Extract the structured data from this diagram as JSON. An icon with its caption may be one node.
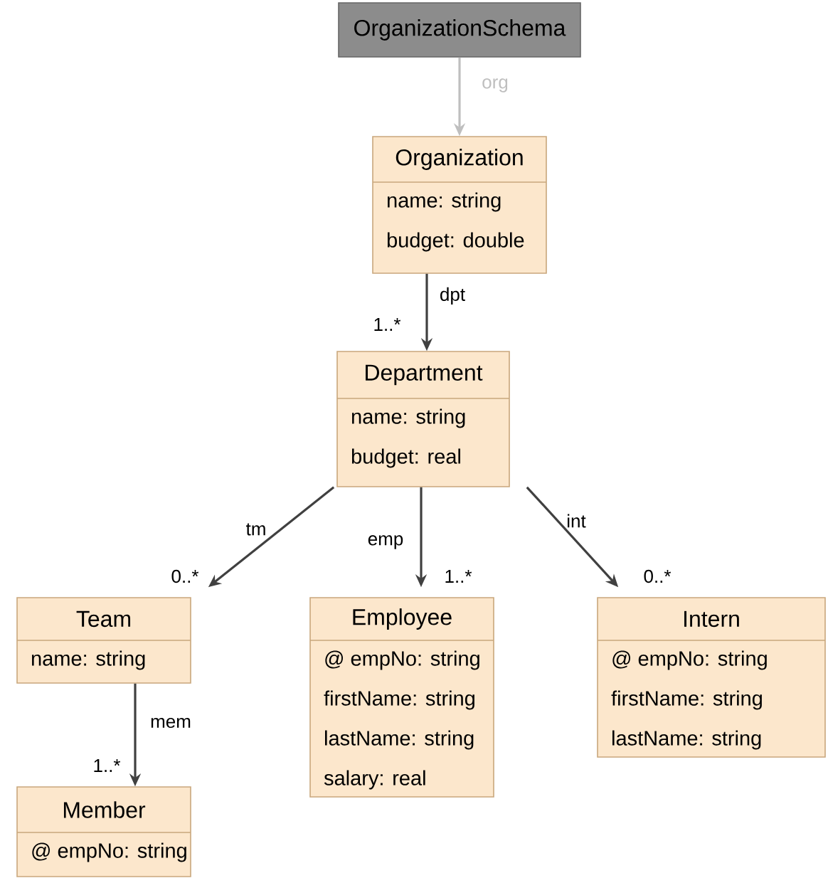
{
  "diagram": {
    "nodes": [
      {
        "text": [
          "OrganizationSchema"
        ]
      },
      {
        "text": [
          "Organization",
          "name: string",
          "budget: double"
        ]
      },
      {
        "text": [
          "Department",
          "name: string",
          "budget: real"
        ],
        "beside": [
          "1..*"
        ]
      },
      {
        "text": [
          "Team",
          "name: string"
        ],
        "beside": [
          "0..*"
        ]
      },
      {
        "text": [
          "Employee",
          "@ empNo: string",
          "firstName: string",
          "lastName: string",
          "salary: real"
        ],
        "beside": [
          "1..*"
        ]
      },
      {
        "text": [
          "Intern",
          "@ empNo: string",
          "firstName: string",
          "lastName: string"
        ],
        "beside": [
          "0..*"
        ]
      },
      {
        "text": [
          "Member",
          "@ empNo: string"
        ],
        "beside": [
          "1..*"
        ]
      }
    ],
    "edges": [
      {
        "from": 0,
        "to": 1,
        "arrow": "to",
        "label": "org",
        "color": "#bfbfbf"
      },
      {
        "from": 1,
        "to": 2,
        "arrow": "to",
        "label": "dpt"
      },
      {
        "from": 2,
        "to": 3,
        "arrow": "to",
        "label": "tm"
      },
      {
        "from": 2,
        "to": 4,
        "arrow": "to",
        "label": "emp"
      },
      {
        "from": 2,
        "to": 5,
        "arrow": "to",
        "label": "int"
      },
      {
        "from": 3,
        "to": 6,
        "arrow": "to",
        "label": "mem"
      }
    ]
  }
}
